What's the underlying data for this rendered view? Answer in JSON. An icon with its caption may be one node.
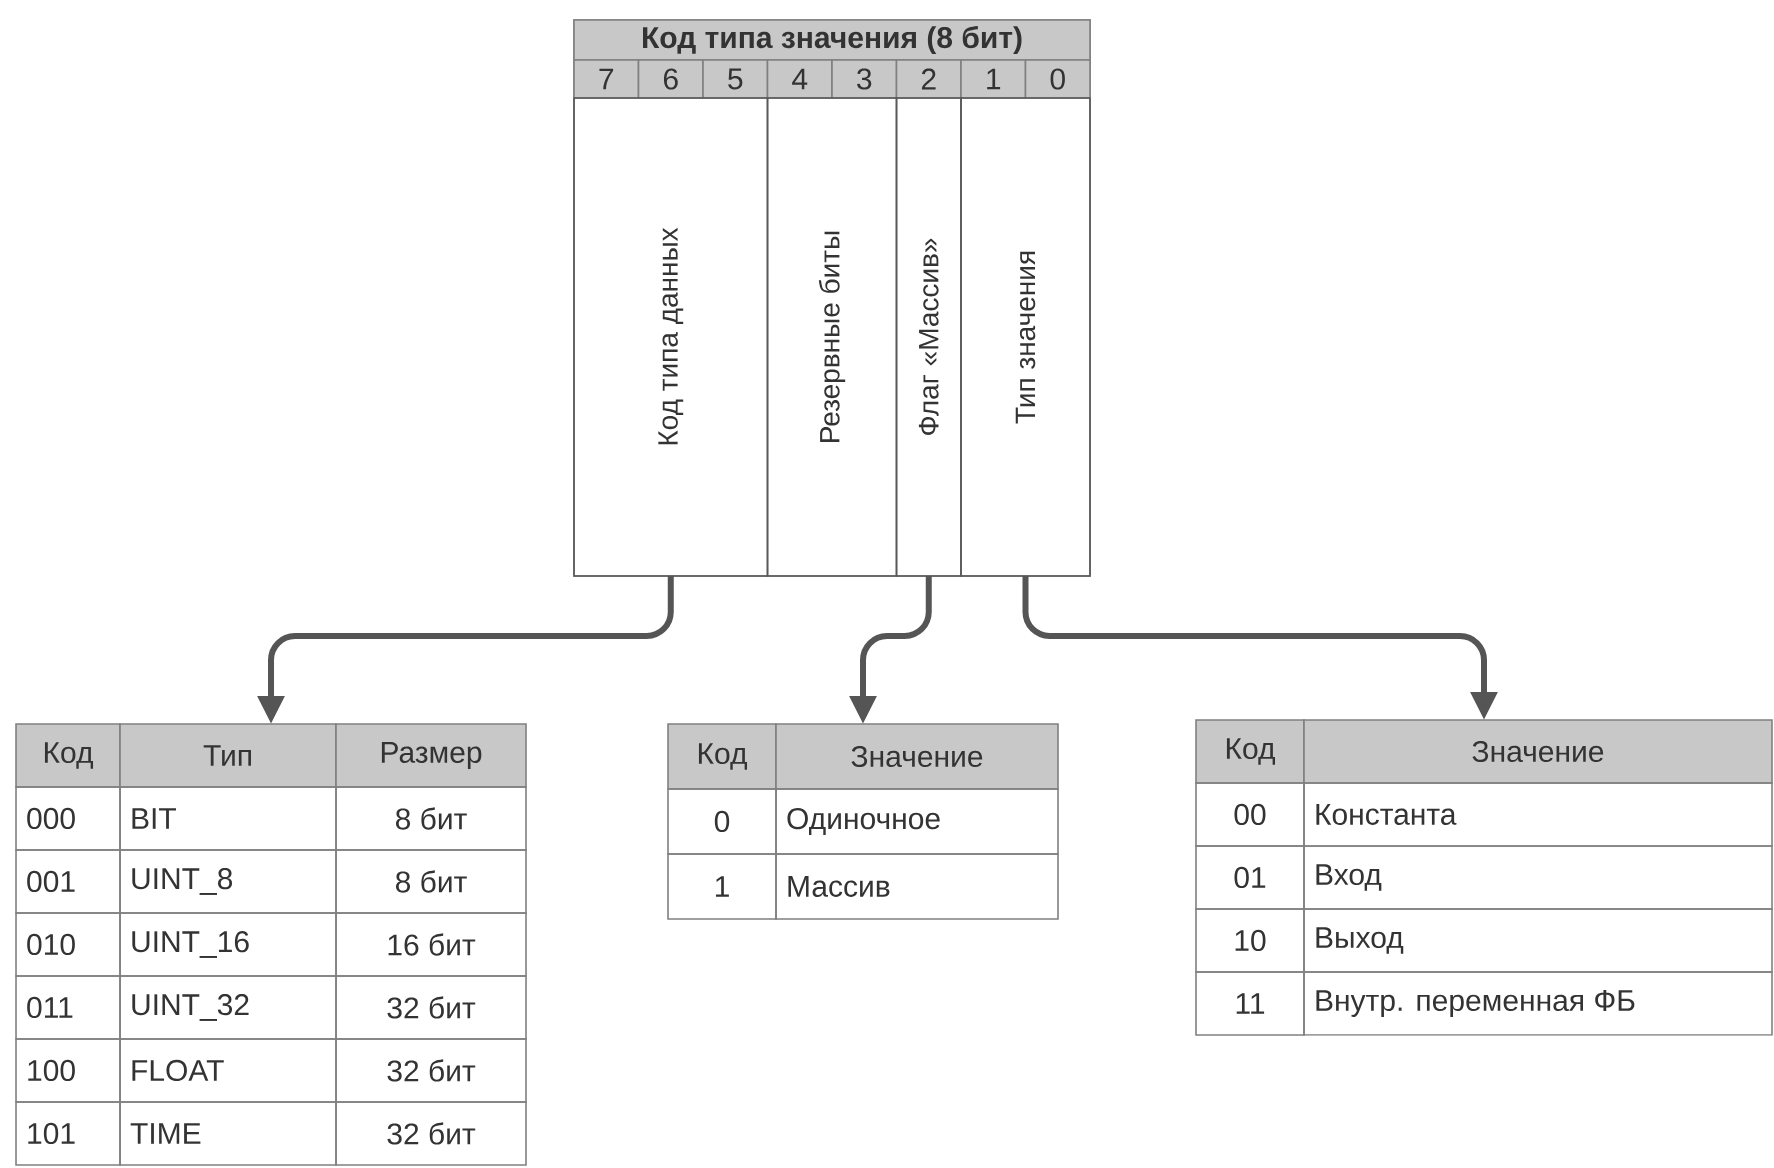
{
  "diagram": {
    "nodes": [
      {
        "text": [
          "Код типа значения (8 бит)",
          "7",
          "6",
          "5",
          "4",
          "3",
          "2",
          "1",
          "0"
        ]
      },
      {
        "text": [
          "Код типа данных"
        ],
        "in": 0
      },
      {
        "text": [
          "Резервные биты"
        ],
        "in": 0
      },
      {
        "text": [
          "Флаг «Массив»"
        ],
        "in": 0
      },
      {
        "text": [
          "Тип значения"
        ],
        "in": 0
      },
      {
        "text": [
          "Код",
          "Тип",
          "Размер",
          "000",
          "BIT",
          "8 бит",
          "001",
          "UINT_8",
          "8 бит",
          "010",
          "UINT_16",
          "16 бит",
          "011",
          "UINT_32",
          "32 бит",
          "100",
          "FLOAT",
          "32 бит",
          "101",
          "TIME",
          "32 бит"
        ]
      },
      {
        "text": [
          "Код",
          "Значение",
          "0",
          "Одиночное",
          "1",
          "Массив"
        ]
      },
      {
        "text": [
          "Код",
          "Значение",
          "00",
          "Константа",
          "01",
          "Вход",
          "10",
          "Выход",
          "11",
          "Внутр. переменная ФБ"
        ]
      }
    ],
    "edges": [
      {
        "from": 1,
        "to": 5,
        "arrow": "to"
      },
      {
        "from": 3,
        "to": 6,
        "arrow": "to"
      },
      {
        "from": 4,
        "to": 7,
        "arrow": "to"
      }
    ]
  }
}
